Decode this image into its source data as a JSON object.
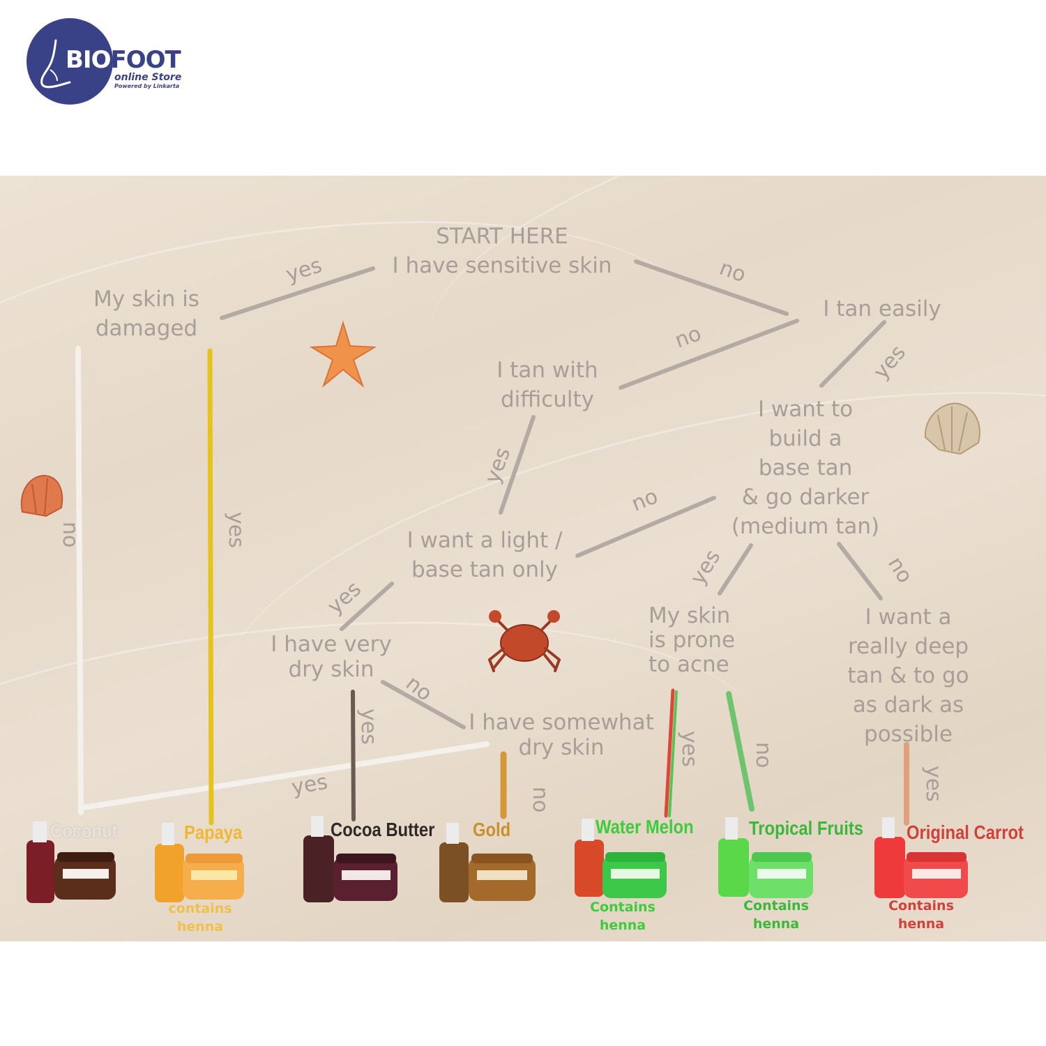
{
  "logo": {
    "brand_a": "BIO",
    "brand_b": "FOOT",
    "subtitle": "online Store",
    "powered": "Powered by Linkarta"
  },
  "nodes": {
    "start": "START HERE\nI have sensitive skin",
    "damaged": "My skin is\ndamaged",
    "tan_easily": "I tan easily",
    "tan_difficulty": "I tan with\ndifficulty",
    "build_base": "I want to\nbuild a\nbase tan\n& go darker\n(medium tan)",
    "light_base": "I want a light /\nbase tan only",
    "very_dry": "I have very\ndry skin",
    "somewhat_dry": "I have somewhat\ndry skin",
    "acne": "My skin\nis prone\nto acne",
    "deep_tan": "I want a\nreally deep\ntan & to go\nas dark as\npossible"
  },
  "edge_labels": {
    "yes": "yes",
    "no": "no"
  },
  "products": [
    {
      "name": "Coconut",
      "color": "#e8e4dd",
      "henna": ""
    },
    {
      "name": "Papaya",
      "color": "#f0b735",
      "henna": "contains\nhenna"
    },
    {
      "name": "Cocoa Butter",
      "color": "#2f2a27",
      "henna": ""
    },
    {
      "name": "Gold",
      "color": "#c9912e",
      "henna": ""
    },
    {
      "name": "Water Melon",
      "color": "#3ccc3c",
      "henna": "Contains\nhenna"
    },
    {
      "name": "Tropical Fruits",
      "color": "#3ab83a",
      "henna": "Contains\nhenna"
    },
    {
      "name": "Original Carrot",
      "color": "#d2403a",
      "henna": "Contains\nhenna"
    }
  ],
  "colors": {
    "logo_blue": "#3a4287",
    "text_gray": "#a89e97",
    "line_gray": "#b5aaa3",
    "coconut_line": "#f4f1ec",
    "papaya_line": "#e6c21d",
    "cocoa_line": "#6b5a52",
    "gold_line": "#d49838",
    "melon_line_red": "#e2443a",
    "melon_line_green": "#56c456",
    "tropical_line": "#6ec46e",
    "carrot_line": "#e0a07e"
  }
}
